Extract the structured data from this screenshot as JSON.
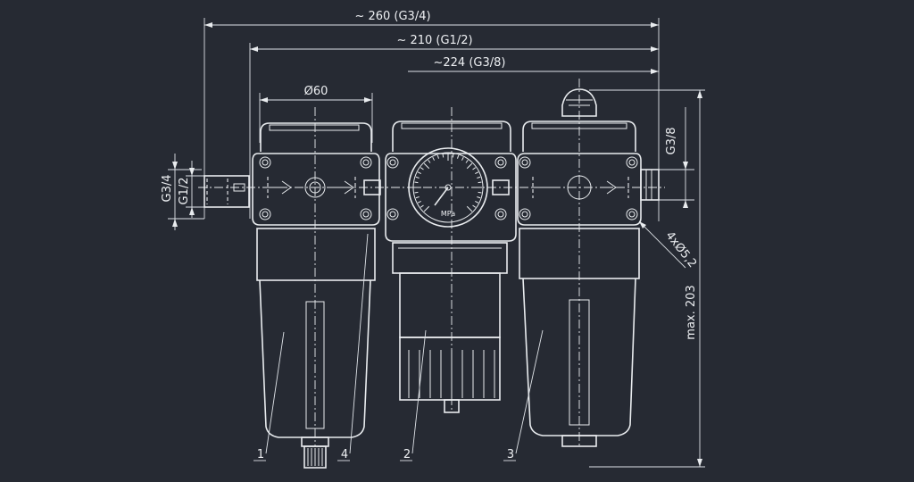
{
  "dimensions": {
    "width_g34": "~ 260 (G3/4)",
    "width_g12": "~ 210 (G1/2)",
    "width_g38": "~224 (G3/8)",
    "diameter": "Ø60",
    "max_height": "max. 203",
    "holes": "4xØ5,2",
    "port_g34": "G3/4",
    "port_g12": "G1/2",
    "port_g38": "G3/8"
  },
  "gauge": {
    "unit": "MPa"
  },
  "callouts": [
    "1",
    "2",
    "3",
    "4"
  ]
}
